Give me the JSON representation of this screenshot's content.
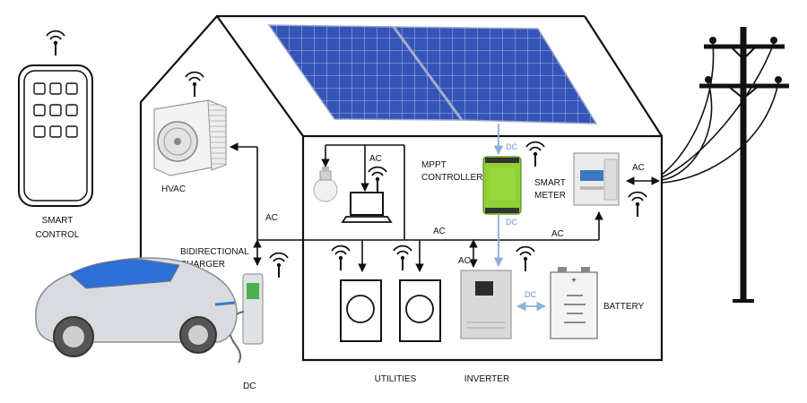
{
  "labels": {
    "smart_control_1": "SMART",
    "smart_control_2": "CONTROL",
    "hvac": "HVAC",
    "bidirectional_charger_1": "BIDIRECTIONAL",
    "bidirectional_charger_2": "CHARGER",
    "dc_ev": "DC",
    "utilities": "UTILITIES",
    "inverter": "INVERTER",
    "battery": "BATTERY",
    "mppt_controller_1": "MPPT",
    "mppt_controller_2": "CONTROLLER",
    "smart_meter_1": "SMART",
    "smart_meter_2": "METER",
    "ac_hvac": "AC",
    "ac_lamp": "AC",
    "ac_bus": "AC",
    "ac_meter_line": "AC",
    "ac_inverter": "AC",
    "ac_grid": "AC",
    "dc_panel": "DC",
    "dc_mppt": "DC",
    "dc_battery": "DC",
    "battery_plus": "+"
  },
  "colors": {
    "line": "#111111",
    "dc_arrow": "#8fb0d8",
    "solar_panel": "#2f4fb0",
    "mppt": "#8fd136",
    "car_body": "#d8dbe0"
  }
}
